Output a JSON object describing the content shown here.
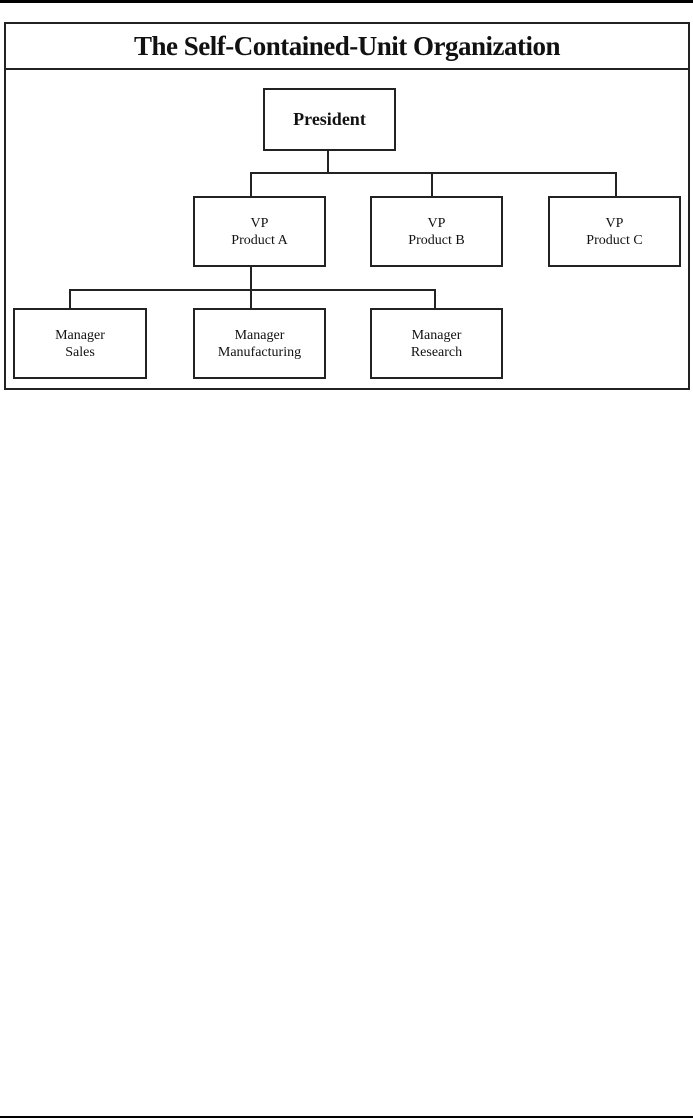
{
  "title": "The Self-Contained-Unit Organization",
  "president": {
    "label": "President"
  },
  "vps": [
    {
      "line1": "VP",
      "line2": "Product A"
    },
    {
      "line1": "VP",
      "line2": "Product B"
    },
    {
      "line1": "VP",
      "line2": "Product C"
    }
  ],
  "managers": [
    {
      "line1": "Manager",
      "line2": "Sales"
    },
    {
      "line1": "Manager",
      "line2": "Manufacturing"
    },
    {
      "line1": "Manager",
      "line2": "Research"
    }
  ]
}
